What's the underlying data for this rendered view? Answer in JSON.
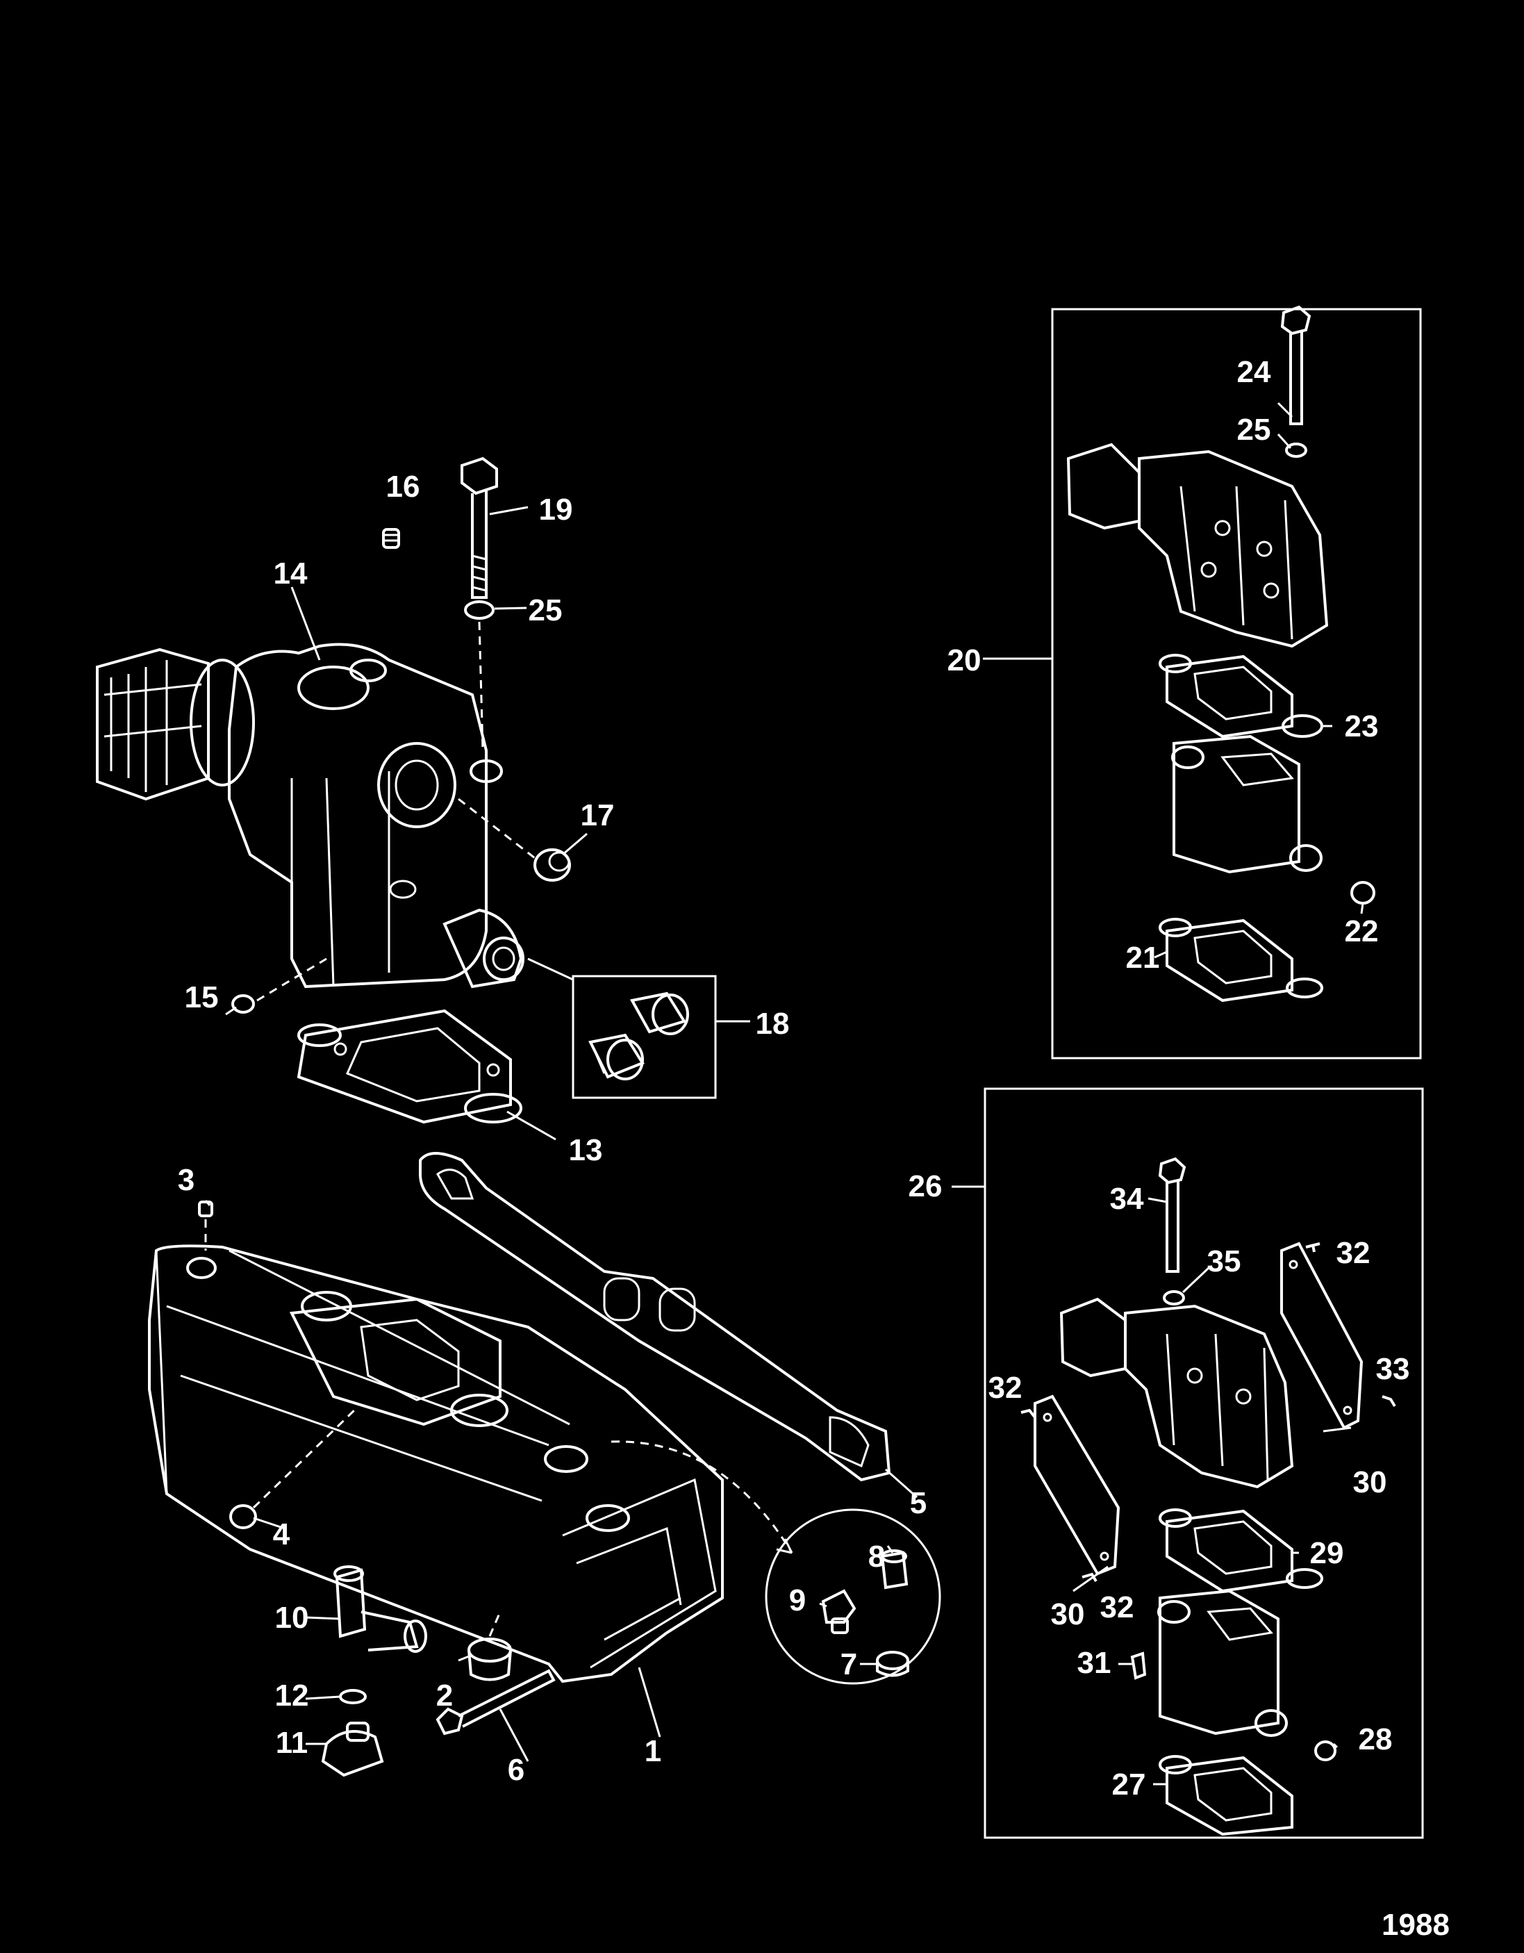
{
  "diagram": {
    "figure_id": "1988",
    "callouts": {
      "c1": "1",
      "c2": "2",
      "c3": "3",
      "c4": "4",
      "c5": "5",
      "c6": "6",
      "c7": "7",
      "c8": "8",
      "c9": "9",
      "c10": "10",
      "c11": "11",
      "c12": "12",
      "c13": "13",
      "c14": "14",
      "c15": "15",
      "c16": "16",
      "c17": "17",
      "c18": "18",
      "c19": "19",
      "c20": "20",
      "c21": "21",
      "c22": "22",
      "c23": "23",
      "c24": "24",
      "c25a": "25",
      "c25b": "25",
      "c26": "26",
      "c27": "27",
      "c28": "28",
      "c29": "29",
      "c30a": "30",
      "c30b": "30",
      "c31": "31",
      "c32a": "32",
      "c32b": "32",
      "c32c": "32",
      "c33": "33",
      "c34": "34",
      "c35": "35"
    }
  }
}
